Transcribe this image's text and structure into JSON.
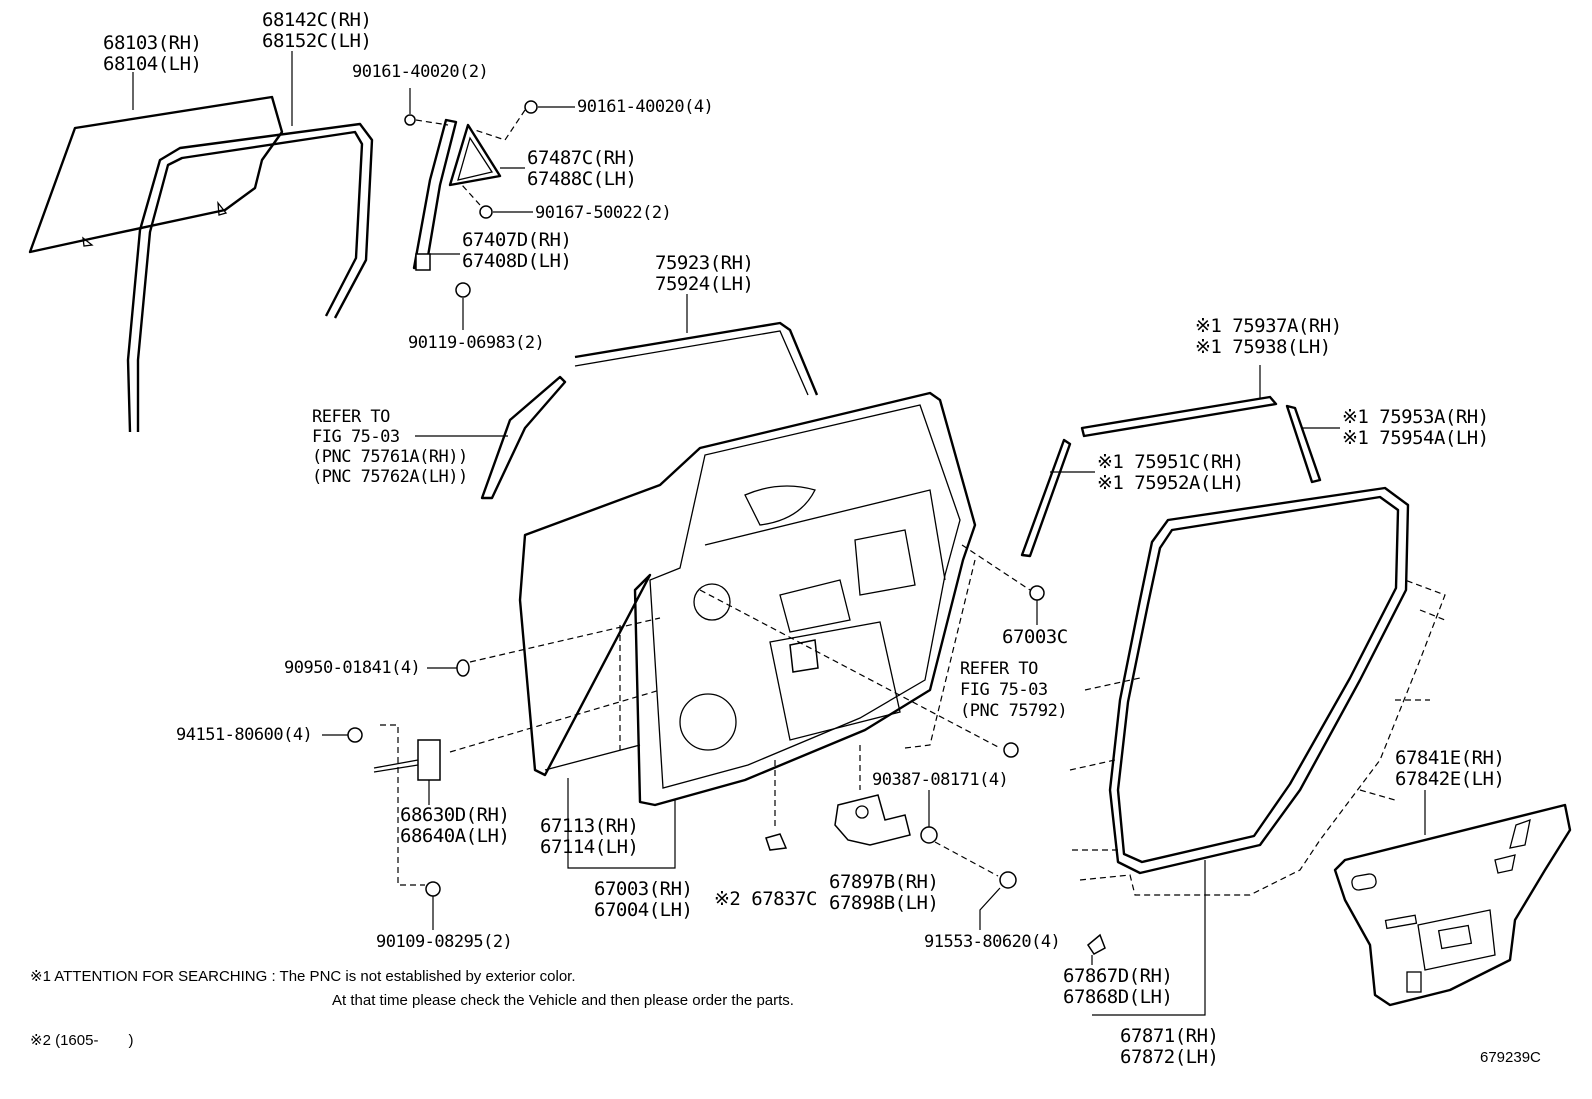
{
  "labels": [
    {
      "id": "glass",
      "lines": [
        "68103(RH)",
        "68104(LH)"
      ]
    },
    {
      "id": "run-channel",
      "lines": [
        "68142C(RH)",
        "68152C(LH)"
      ]
    },
    {
      "id": "screw-top",
      "lines": [
        "90161-40020(2)"
      ]
    },
    {
      "id": "screw-4",
      "lines": [
        "90161-40020(4)"
      ]
    },
    {
      "id": "quarter-glass",
      "lines": [
        "67487C(RH)",
        "67488C(LH)"
      ]
    },
    {
      "id": "screw-90167",
      "lines": [
        "90167-50022(2)"
      ]
    },
    {
      "id": "division-bar",
      "lines": [
        "67407D(RH)",
        "67408D(LH)"
      ]
    },
    {
      "id": "bolt-90119",
      "lines": [
        "90119-06983(2)"
      ]
    },
    {
      "id": "belt-moulding",
      "lines": [
        "75923(RH)",
        "75924(LH)"
      ]
    },
    {
      "id": "refer-1",
      "lines": [
        "REFER TO",
        "FIG 75-03",
        "(PNC 75761A(RH))",
        "(PNC 75762A(LH))"
      ]
    },
    {
      "id": "moulding-75937",
      "lines": [
        "※1 75937A(RH)",
        "※1 75938(LH)"
      ]
    },
    {
      "id": "moulding-75953",
      "lines": [
        "※1 75953A(RH)",
        "※1 75954A(LH)"
      ]
    },
    {
      "id": "moulding-75951",
      "lines": [
        "※1 75951C(RH)",
        "※1 75952A(LH)"
      ]
    },
    {
      "id": "plug-67003c",
      "lines": [
        "67003C"
      ]
    },
    {
      "id": "refer-2",
      "lines": [
        "REFER TO",
        "FIG 75-03",
        "(PNC 75792)"
      ]
    },
    {
      "id": "plug-90950",
      "lines": [
        "90950-01841(4)"
      ]
    },
    {
      "id": "nut-94151",
      "lines": [
        "94151-80600(4)"
      ]
    },
    {
      "id": "checker",
      "lines": [
        "68630D(RH)",
        "68640A(LH)"
      ]
    },
    {
      "id": "panel",
      "lines": [
        "67113(RH)",
        "67114(LH)"
      ]
    },
    {
      "id": "door-assy",
      "lines": [
        "67003(RH)",
        "67004(LH)"
      ]
    },
    {
      "id": "bolt-90109",
      "lines": [
        "90109-08295(2)"
      ]
    },
    {
      "id": "clip-67837c",
      "lines": [
        "※2 67837C"
      ]
    },
    {
      "id": "bracket",
      "lines": [
        "67897B(RH)",
        "67898B(LH)"
      ]
    },
    {
      "id": "cushion-90387",
      "lines": [
        "90387-08171(4)"
      ]
    },
    {
      "id": "bolt-91553",
      "lines": [
        "91553-80620(4)"
      ]
    },
    {
      "id": "weatherstrip-clip",
      "lines": [
        "67867D(RH)",
        "67868D(LH)"
      ]
    },
    {
      "id": "weatherstrip",
      "lines": [
        "67871(RH)",
        "67872(LH)"
      ]
    },
    {
      "id": "silencer",
      "lines": [
        "67841E(RH)",
        "67842E(LH)"
      ]
    }
  ],
  "notes": {
    "attention_line1": "※1 ATTENTION FOR SEARCHING : The PNC is not established by exterior color.",
    "attention_line2": "At that time please check the Vehicle and then please order the parts.",
    "date_note": "※2 (1605-　　)"
  },
  "figure_code": "679239C"
}
